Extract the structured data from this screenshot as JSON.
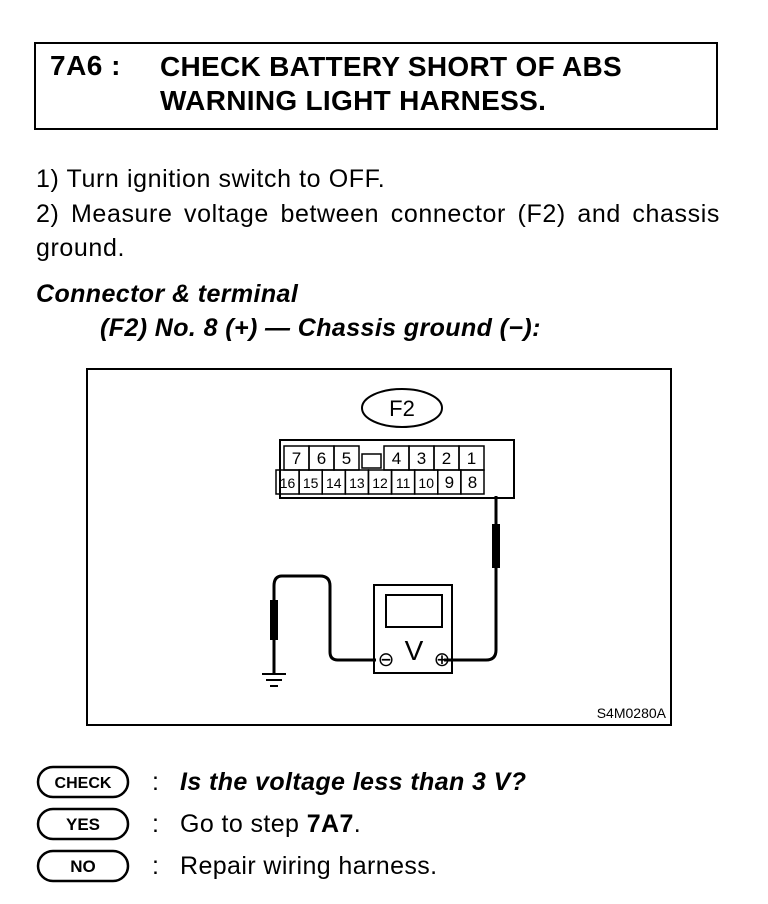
{
  "step": {
    "number": "7A6 :",
    "title_line1": "CHECK BATTERY SHORT OF ABS",
    "title_line2": "WARNING LIGHT HARNESS."
  },
  "instructions": [
    "1)  Turn ignition switch to OFF.",
    "2)  Measure voltage between connector (F2) and chassis ground."
  ],
  "connector": {
    "heading": "Connector & terminal",
    "spec": "(F2) No. 8 (+) — Chassis ground (−):"
  },
  "diagram": {
    "connector_label": "F2",
    "terminals_top": [
      "7",
      "6",
      "5",
      "4",
      "3",
      "2",
      "1"
    ],
    "terminals_bottom": [
      "16",
      "15",
      "14",
      "13",
      "12",
      "11",
      "10",
      "9",
      "8"
    ],
    "meter_symbol": "V",
    "negative_symbol": "⊖",
    "positive_symbol": "⊕",
    "figure_code": "S4M0280A"
  },
  "results": {
    "check": {
      "badge": "CHECK",
      "colon": ":",
      "text": "Is the voltage less than 3 V?"
    },
    "yes": {
      "badge": "YES",
      "colon": ":",
      "prefix": "Go to step ",
      "step": "7A7",
      "suffix": "."
    },
    "no": {
      "badge": "NO",
      "colon": ":",
      "text": "Repair wiring harness."
    }
  }
}
